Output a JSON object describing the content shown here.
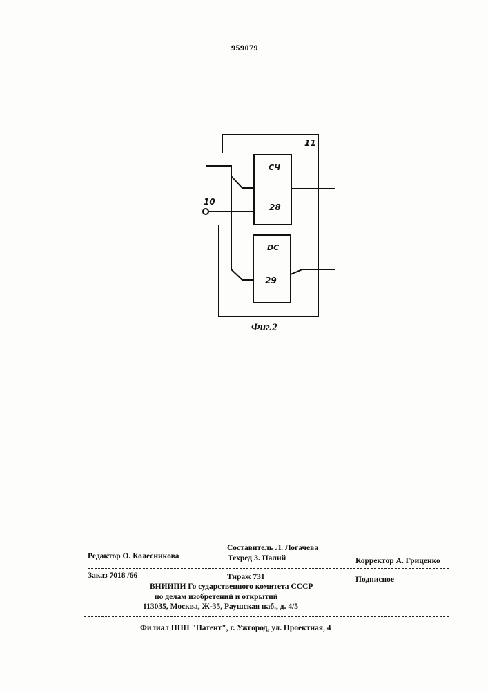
{
  "page": {
    "patent_number": "959079",
    "figure_caption": "Фиг.2"
  },
  "diagram": {
    "block_label": "11",
    "input_label": "10",
    "blocks": [
      {
        "function": "СЧ",
        "number": "28"
      },
      {
        "function": "DC",
        "number": "29"
      }
    ]
  },
  "imprint": {
    "editor": "Редактор   О. Колесникова",
    "compiler": "Составитель Л. Логачева",
    "techred": "Техред  З. Палий",
    "corrector": "Корректор А. Гриценко",
    "order": "Заказ 7018 /66",
    "circulation": "Тираж  731",
    "subscription": "Подписное",
    "org_line1": "ВНИИПИ  Го сударственного  комитета  СССР",
    "org_line2": "по  делам  изобретений  и  открытий",
    "org_line3": "113035,  Москва,  Ж-35,  Раушская  наб.,  д.  4/5",
    "branch": "Филиал  ППП  \"Патент\",  г.  Ужгород,  ул.  Проектная,  4"
  }
}
